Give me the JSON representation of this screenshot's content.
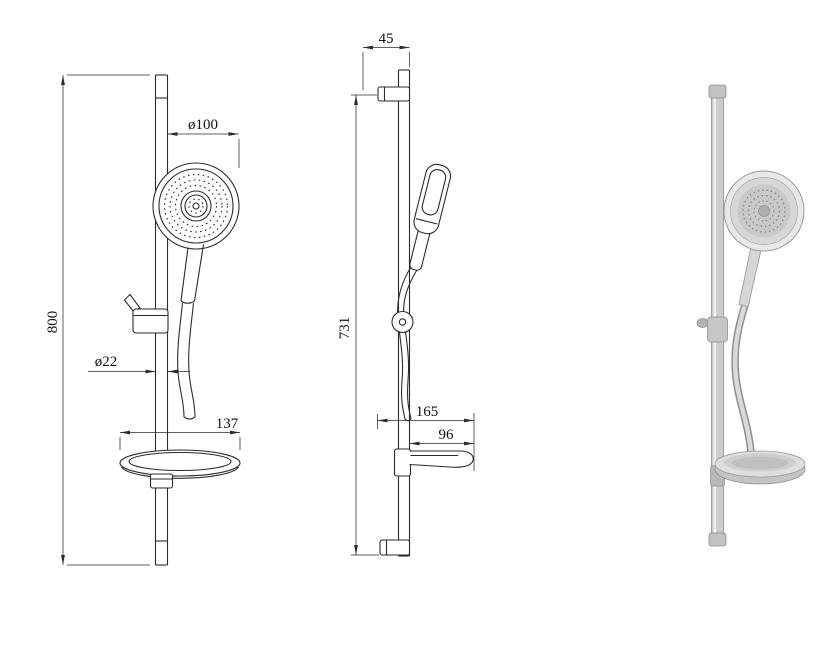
{
  "views": {
    "front": {
      "dimensions": {
        "overall_height": "800",
        "handset_diameter": "ø100",
        "rail_diameter": "ø22",
        "soap_dish_width": "137"
      }
    },
    "side": {
      "dimensions": {
        "wall_offset": "45",
        "bar_length": "731",
        "soap_dish_projection": "165",
        "soap_dish_depth": "96"
      }
    }
  },
  "colors": {
    "line": "#2b2b2b",
    "text": "#111111",
    "background": "#ffffff",
    "render_light": "#e8e8e8",
    "render_mid": "#c9c9c9",
    "render_dark": "#8f8f8f"
  }
}
